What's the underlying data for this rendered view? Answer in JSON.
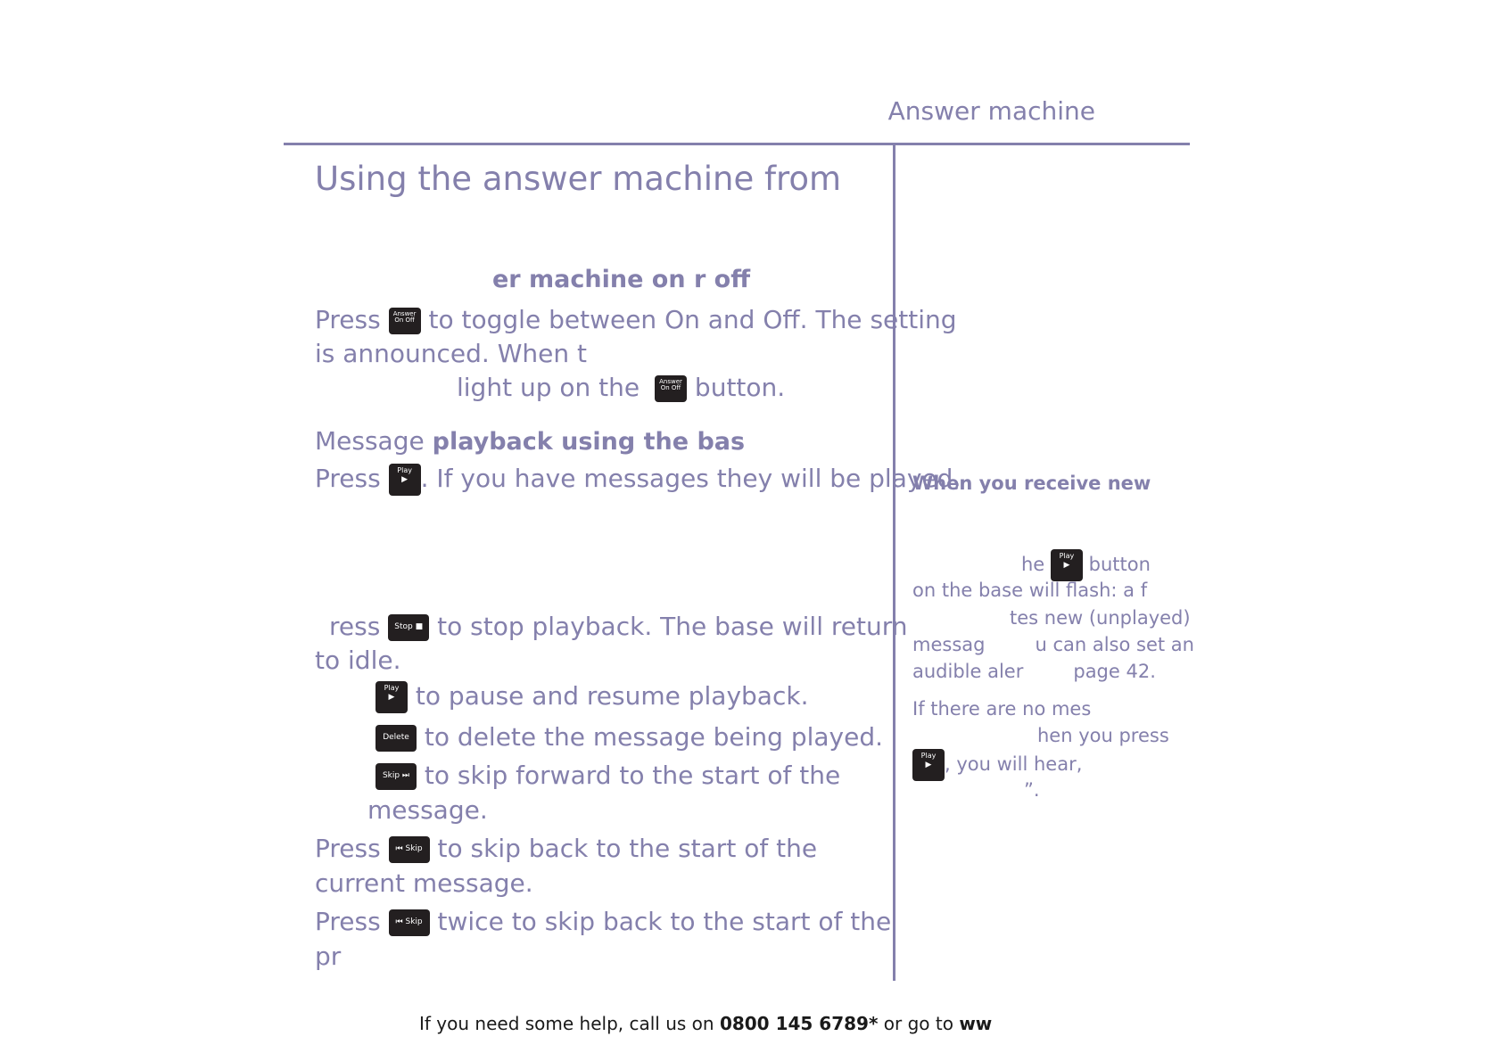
{
  "header": {
    "section": "Answer machine"
  },
  "main": {
    "title": "Using the answer machine from",
    "heading1": "er machine on   r off",
    "p1_press": "Press",
    "p1_rest": "to toggle between On and Off. The setting",
    "p1_line2": "is announced. When t",
    "p1_line3_a": "light up on the",
    "p1_line3_b": "button.",
    "heading2_light": "Message",
    "heading2_bold": "playback using the bas",
    "p2_press": "Press",
    "p2_rest": ". If you have messages they will be played,",
    "p3_a": "ress",
    "p3_b": "to stop playback. The base will return",
    "p3_line2": "to idle.",
    "p4": "to pause and resume playback.",
    "p5": "to delete the message being played.",
    "p6_a": "to skip forward to the start of the",
    "p6_line2": "message.",
    "p7_press": "Press",
    "p7_rest": "to skip back to the start of the",
    "p7_line2": "current message.",
    "p8_press": "Press",
    "p8_rest": "twice to skip back to the start of the",
    "p8_line2": "pr"
  },
  "keys": {
    "answer_line1": "Answer",
    "answer_line2": "On Off",
    "play": "Play",
    "play_symbol": "▶",
    "stop": "Stop ■",
    "delete": "Delete",
    "skip_fwd": "Skip ⏭",
    "skip_back": "⏮ Skip"
  },
  "sidebar": {
    "heading": "When you receive new",
    "l1_a": "he",
    "l1_b": "button",
    "l2": "on the base will flash: a f",
    "l3": "tes new (unplayed)",
    "l4_a": "messag",
    "l4_b": "u can also set an",
    "l5_a": "audible aler",
    "l5_b": "page 42.",
    "l6": "If there are no mes",
    "l7": "hen you press",
    "l8": ", you will hear,",
    "l9": "”."
  },
  "footer": {
    "text_a": "If you need some help, call us on",
    "phone": "0800 145 6789*",
    "text_b": "or go to",
    "link": "ww"
  }
}
